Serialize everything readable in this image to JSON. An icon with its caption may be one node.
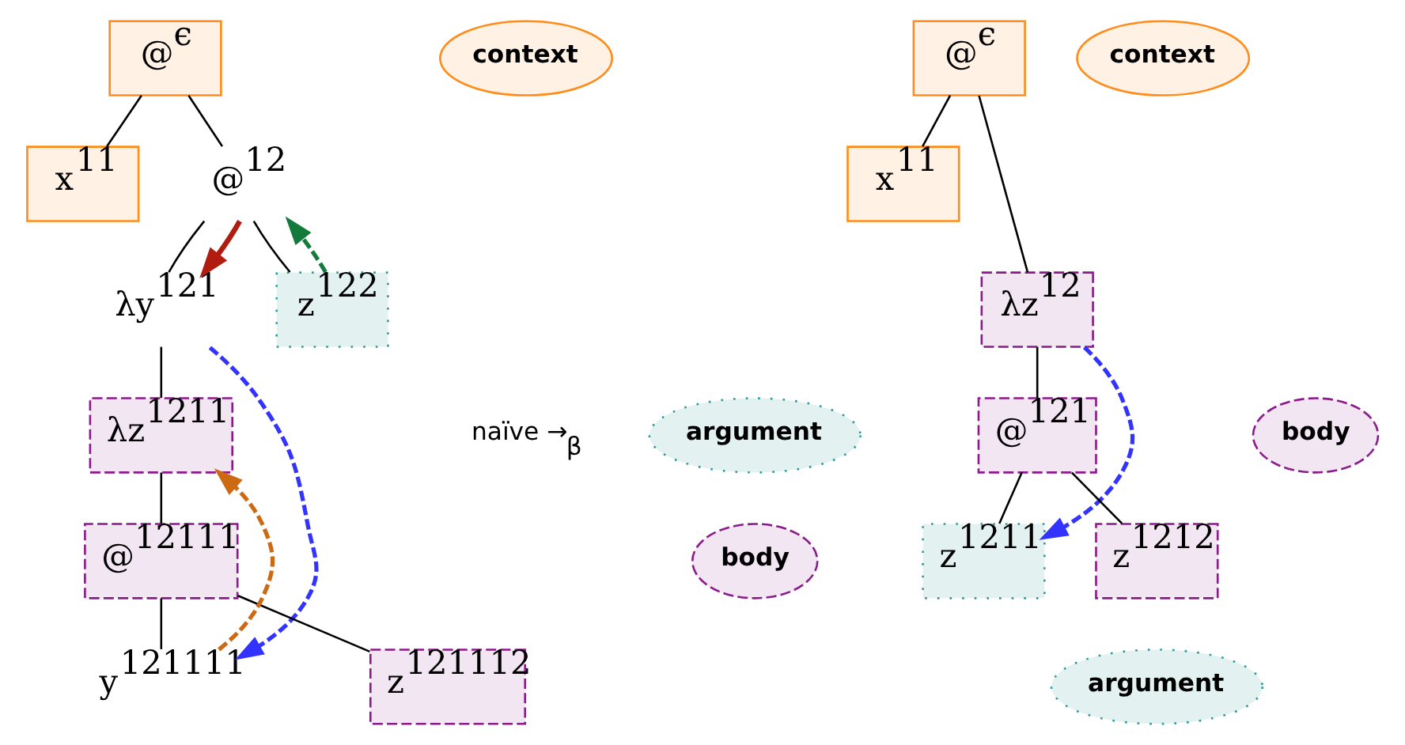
{
  "diagram": {
    "nodes": [
      {
        "text": [
          "@$^{ϵ}$"
        ]
      },
      {
        "text": [
          "context"
        ]
      },
      {
        "text": [
          "x$^{11}$"
        ]
      },
      {
        "text": [
          "@$^{12}$"
        ]
      },
      {
        "text": [
          "λy$^{121}$"
        ]
      },
      {
        "text": [
          "z$^{122}$"
        ]
      },
      {
        "text": [
          "argument"
        ]
      },
      {
        "text": [
          "λz$^{1211}$"
        ]
      },
      {
        "text": [
          "body"
        ]
      },
      {
        "text": [
          "@$^{12111}$"
        ]
      },
      {
        "text": [
          "y$^{121111}$"
        ]
      },
      {
        "text": [
          "z$^{121112}$"
        ]
      },
      {
        "text": [
          "@$^{ϵ}$"
        ]
      },
      {
        "text": [
          "context"
        ]
      },
      {
        "text": [
          "x$^{11}$"
        ]
      },
      {
        "text": [
          "λz$^{12}$"
        ]
      },
      {
        "text": [
          "body"
        ]
      },
      {
        "text": [
          "@$^{121}$"
        ]
      },
      {
        "text": [
          "z$^{1211}$"
        ]
      },
      {
        "text": [
          "z$^{1212}$"
        ]
      },
      {
        "text": [
          "argument"
        ]
      }
    ],
    "edges": [
      {
        "from": 0,
        "to": 2,
        "arrow": "none"
      },
      {
        "from": 0,
        "to": 3,
        "arrow": "none"
      },
      {
        "from": 3,
        "to": 4,
        "arrow": "none"
      },
      {
        "from": 3,
        "to": 5,
        "arrow": "none"
      },
      {
        "from": 4,
        "to": 7,
        "arrow": "none"
      },
      {
        "from": 7,
        "to": 9,
        "arrow": "none"
      },
      {
        "from": 9,
        "to": 10,
        "arrow": "none"
      },
      {
        "from": 9,
        "to": 11,
        "arrow": "none"
      },
      {
        "from": 3,
        "to": 4,
        "arrow": "to",
        "style": "thick",
        "color": "#b01c10"
      },
      {
        "from": 5,
        "to": 3,
        "arrow": "to",
        "style": "dashed",
        "color": "#137a3c"
      },
      {
        "from": 4,
        "to": 10,
        "arrow": "to",
        "style": "dashed",
        "color": "#3333ff"
      },
      {
        "from": 10,
        "to": 7,
        "arrow": "to",
        "style": "dashed",
        "color": "#cc6a14"
      },
      {
        "from": 12,
        "to": 14,
        "arrow": "none"
      },
      {
        "from": 12,
        "to": 15,
        "arrow": "none"
      },
      {
        "from": 15,
        "to": 17,
        "arrow": "none"
      },
      {
        "from": 17,
        "to": 18,
        "arrow": "none"
      },
      {
        "from": 17,
        "to": 19,
        "arrow": "none"
      },
      {
        "from": 15,
        "to": 18,
        "arrow": "to",
        "style": "dashed",
        "color": "#3333ff"
      }
    ],
    "labels": [
      "naïve →$_{β}$"
    ]
  }
}
